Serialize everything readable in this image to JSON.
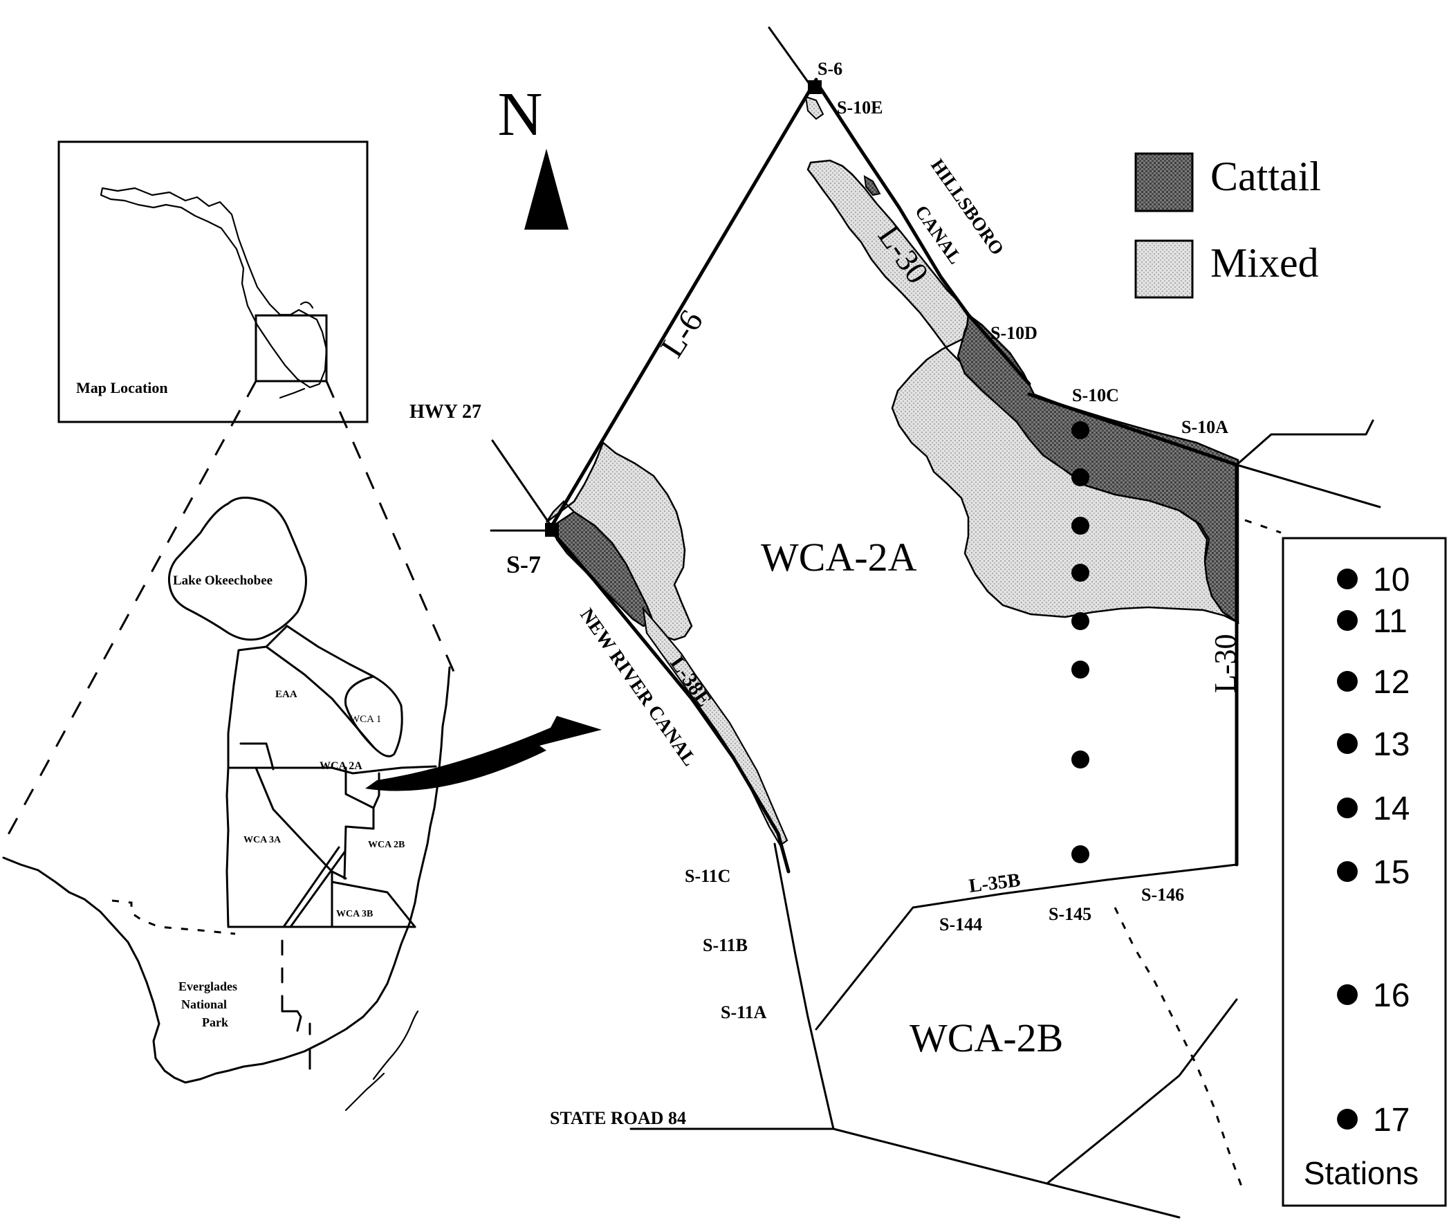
{
  "north_arrow": {
    "label": "N"
  },
  "legend": {
    "items": [
      {
        "label": "Cattail",
        "pattern": "cattail"
      },
      {
        "label": "Mixed",
        "pattern": "mixed"
      }
    ]
  },
  "inset": {
    "label": "Map Location",
    "regions": {
      "lake": "Lake Okeechobee",
      "eaa": "EAA",
      "wca1": "WCA 1",
      "wca2a": "WCA 2A",
      "wca2b": "WCA 2B",
      "wca3a": "WCA 3A",
      "wca3b": "WCA 3B",
      "park": [
        "Everglades",
        "National",
        "Park"
      ]
    }
  },
  "main": {
    "areas": {
      "wca2a": "WCA-2A",
      "wca2b": "WCA-2B"
    },
    "structures": {
      "s6": "S-6",
      "s10e": "S-10E",
      "s10d": "S-10D",
      "s10c": "S-10C",
      "s10a": "S-10A",
      "s7": "S-7",
      "s11c": "S-11C",
      "s11b": "S-11B",
      "s11a": "S-11A",
      "s144": "S-144",
      "s145": "S-145",
      "s146": "S-146"
    },
    "canals": {
      "hillsboro_1": "HILLSBORO",
      "hillsboro_2": "CANAL",
      "new_river": "NEW RIVER CANAL",
      "l6": "L-6",
      "l30_upper": "L-30",
      "l30_right": "L-30",
      "l38e": "L-38E",
      "l35b": "L-35B"
    },
    "roads": {
      "hwy27": "HWY 27",
      "sr84": "STATE ROAD 84"
    }
  },
  "stations": {
    "title": "Stations",
    "items": [
      {
        "id": "10",
        "label": "10"
      },
      {
        "id": "11",
        "label": "11"
      },
      {
        "id": "12",
        "label": "12"
      },
      {
        "id": "13",
        "label": "13"
      },
      {
        "id": "14",
        "label": "14"
      },
      {
        "id": "15",
        "label": "15"
      },
      {
        "id": "16",
        "label": "16"
      },
      {
        "id": "17",
        "label": "17"
      }
    ]
  }
}
